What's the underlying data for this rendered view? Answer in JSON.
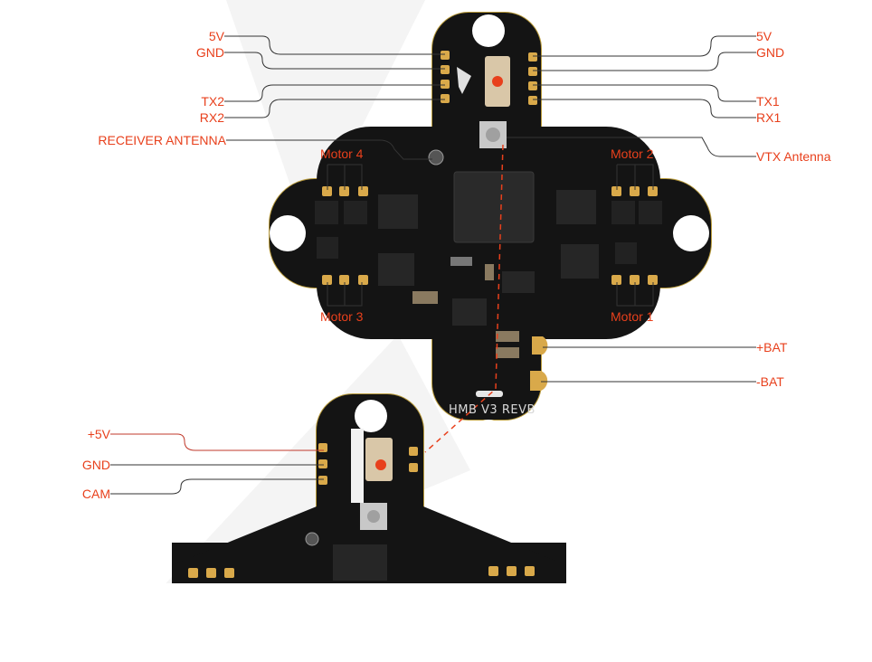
{
  "labels": {
    "left_5v": "5V",
    "left_gnd": "GND",
    "tx2": "TX2",
    "rx2": "RX2",
    "receiver_antenna": "RECEIVER ANTENNA",
    "right_5v": "5V",
    "right_gnd": "GND",
    "tx1": "TX1",
    "rx1": "RX1",
    "vtx_antenna": "VTX Antenna",
    "motor4": "Motor 4",
    "motor2": "Motor 2",
    "motor3": "Motor 3",
    "motor1": "Motor 1",
    "bat_plus": "+BAT",
    "bat_minus": "-BAT",
    "cam_5v": "+5V",
    "cam_gnd": "GND",
    "cam": "CAM"
  },
  "board": {
    "silkscreen": "HMB  V3 REVB"
  },
  "colors": {
    "label": "#e8401c",
    "leader_line": "#333333",
    "pcb": "#141414",
    "pcb_edge": "#b89a3a",
    "pad_gold": "#d9a94a",
    "dot": "#e8401c"
  }
}
